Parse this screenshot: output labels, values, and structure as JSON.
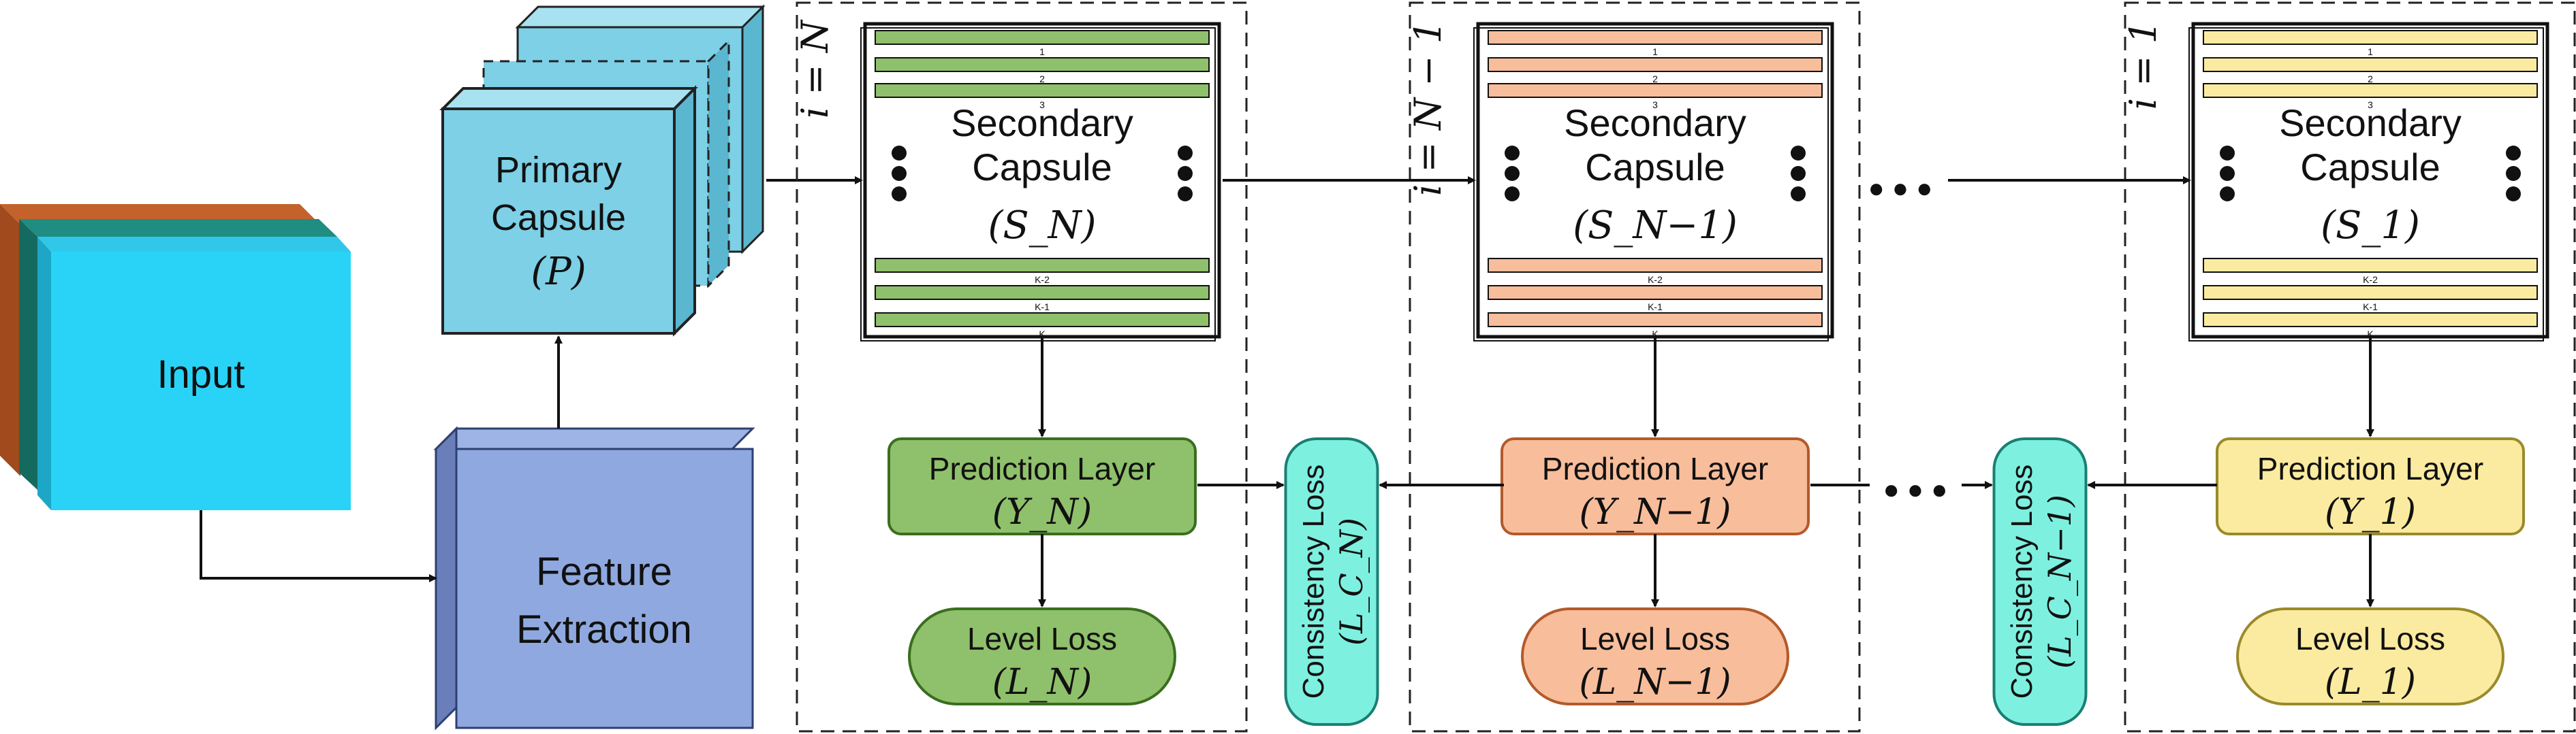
{
  "input": {
    "label": "Input"
  },
  "feature": {
    "line1": "Feature",
    "line2": "Extraction"
  },
  "primary": {
    "line1": "Primary",
    "line2": "Capsule",
    "symbol": "(P)"
  },
  "levels": [
    {
      "index_label": "i = N",
      "capsule_line1": "Secondary",
      "capsule_line2": "Capsule",
      "capsule_symbol": "(S_N)",
      "strip_top": [
        "1",
        "2",
        "3"
      ],
      "strip_bottom": [
        "K-2",
        "K-1",
        "K"
      ],
      "pred_title": "Prediction Layer",
      "pred_symbol": "(Y_N)",
      "loss_title": "Level Loss",
      "loss_symbol": "(L_N)",
      "color_fill": "#8fc06b",
      "color_stroke": "#3a6e1f"
    },
    {
      "index_label": "i = N − 1",
      "capsule_line1": "Secondary",
      "capsule_line2": "Capsule",
      "capsule_symbol": "(S_N−1)",
      "strip_top": [
        "1",
        "2",
        "3"
      ],
      "strip_bottom": [
        "K-2",
        "K-1",
        "K"
      ],
      "pred_title": "Prediction Layer",
      "pred_symbol": "(Y_N−1)",
      "loss_title": "Level Loss",
      "loss_symbol": "(L_N−1)",
      "color_fill": "#f8bd9b",
      "color_stroke": "#b35a2a"
    },
    {
      "index_label": "i = 1",
      "capsule_line1": "Secondary",
      "capsule_line2": "Capsule",
      "capsule_symbol": "(S_1)",
      "strip_top": [
        "1",
        "2",
        "3"
      ],
      "strip_bottom": [
        "K-2",
        "K-1",
        "K"
      ],
      "pred_title": "Prediction Layer",
      "pred_symbol": "(Y_1)",
      "loss_title": "Level Loss",
      "loss_symbol": "(L_1)",
      "color_fill": "#fbeba0",
      "color_stroke": "#9a8a2a"
    }
  ],
  "consistency": [
    {
      "title": "Consistency Loss",
      "symbol": "(L_C_N)"
    },
    {
      "title": "Consistency Loss",
      "symbol": "(L_C_N−1)"
    }
  ],
  "ellipsis": "● ● ●",
  "colors": {
    "input_front": "#29d3f8",
    "input_mid": "#1e7f74",
    "input_back": "#d2703a",
    "feature": "#8fa9e0",
    "primary": "#7dd0e6",
    "consistency": "#7ef0e0"
  }
}
